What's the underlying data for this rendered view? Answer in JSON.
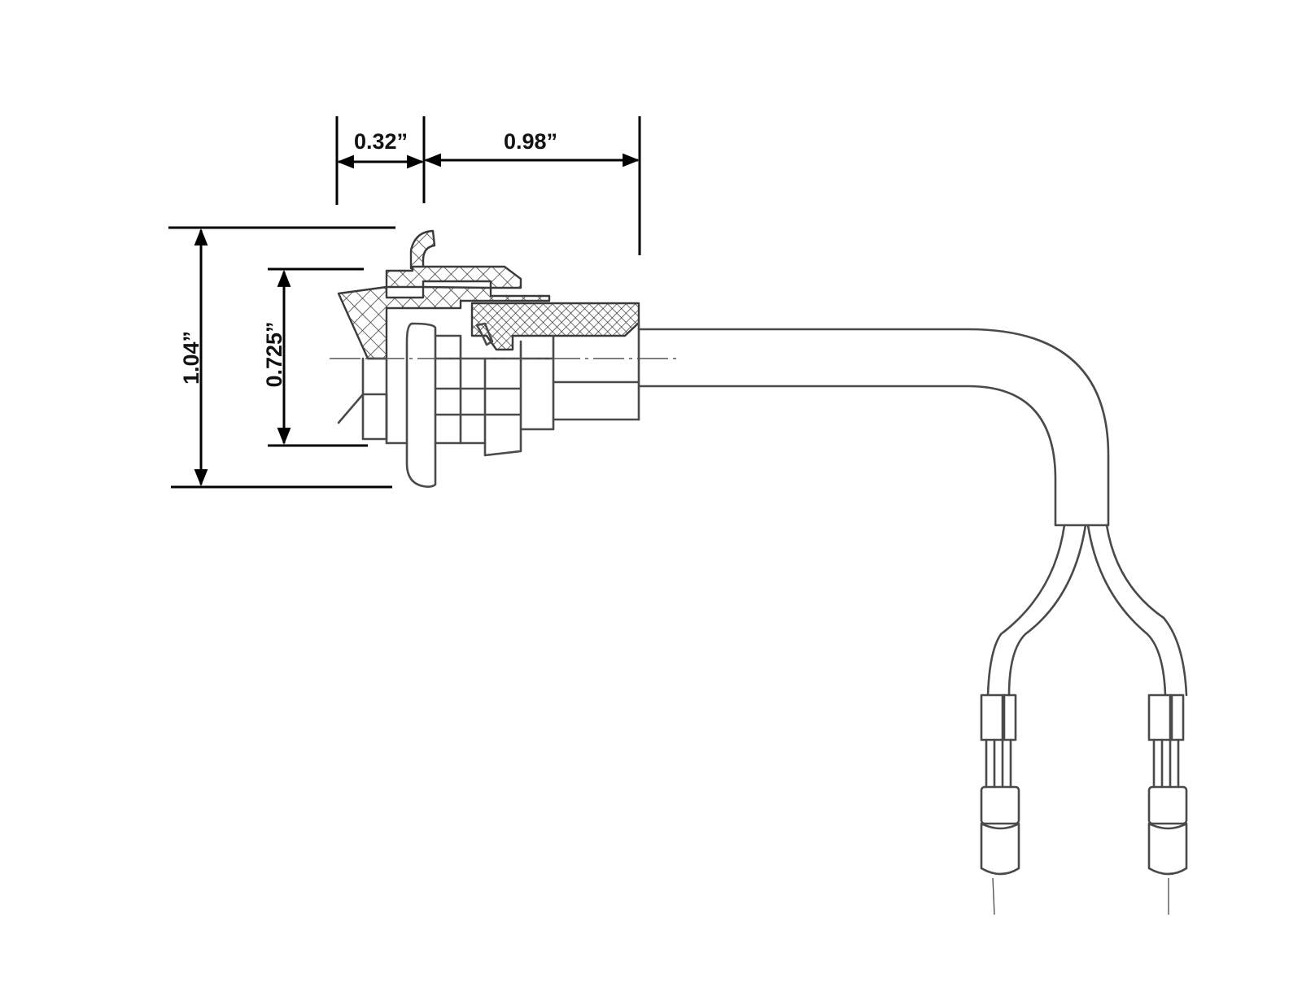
{
  "dimensions": {
    "flange_depth": "0.32”",
    "body_length": "0.98”",
    "overall_height": "1.04”",
    "body_diameter": "0.725”"
  },
  "colors": {
    "line": "#4a4a4a",
    "dimension": "#000000",
    "background": "#ffffff"
  }
}
